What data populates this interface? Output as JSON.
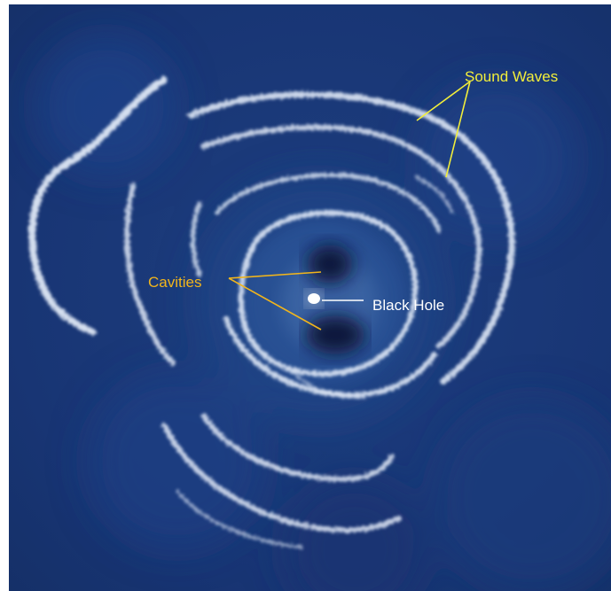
{
  "image": {
    "labels": {
      "sound_waves": "Sound Waves",
      "cavities": "Cavities",
      "black_hole": "Black Hole"
    },
    "colors": {
      "background": "#1b3a7a",
      "ring": "#dfe8f6",
      "sound_waves_label": "#f2ee3a",
      "cavities_label": "#f1b51c",
      "black_hole_label": "#ffffff"
    }
  }
}
